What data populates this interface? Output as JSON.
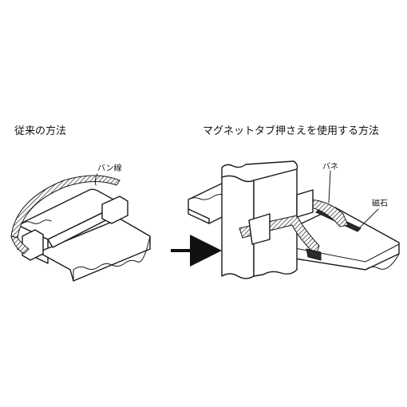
{
  "labels": {
    "conventional_method": "従来の方法",
    "magnet_method": "マグネットタブ押さえを使用する方法",
    "wire_spring": "バン線",
    "spring": "バネ",
    "magnet": "磁石"
  }
}
